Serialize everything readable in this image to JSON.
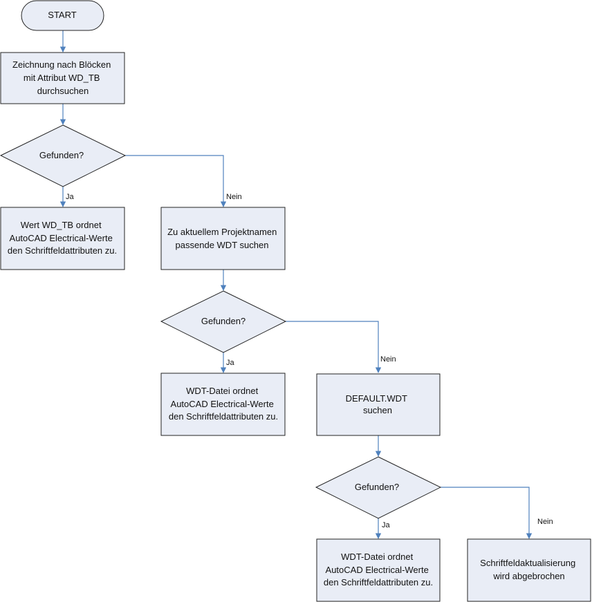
{
  "nodes": {
    "start": "START",
    "search_blocks": [
      "Zeichnung nach Blöcken",
      "mit Attribut WD_TB",
      "durchsuchen"
    ],
    "decision1": "Gefunden?",
    "wdtb_assign": [
      "Wert WD_TB ordnet",
      "AutoCAD Electrical-Werte",
      "den Schriftfeldattributen zu."
    ],
    "search_wdt": [
      "Zu aktuellem Projektnamen",
      "passende WDT suchen"
    ],
    "decision2": "Gefunden?",
    "wdt_assign_1": [
      "WDT-Datei ordnet",
      "AutoCAD Electrical-Werte",
      "den Schriftfeldattributen zu."
    ],
    "search_default": [
      "DEFAULT.WDT",
      "suchen"
    ],
    "decision3": "Gefunden?",
    "wdt_assign_2": [
      "WDT-Datei ordnet",
      "AutoCAD Electrical-Werte",
      "den Schriftfeldattributen zu."
    ],
    "aborted": [
      "Schriftfeldaktualisierung",
      "wird abgebrochen"
    ]
  },
  "edges": {
    "yes1": "Ja",
    "no1": "Nein",
    "yes2": "Ja",
    "no2": "Nein",
    "yes3": "Ja",
    "no3": "Nein"
  },
  "colors": {
    "node_fill": "#e9edf6",
    "node_stroke": "#222222",
    "arrow": "#4f81bd"
  }
}
